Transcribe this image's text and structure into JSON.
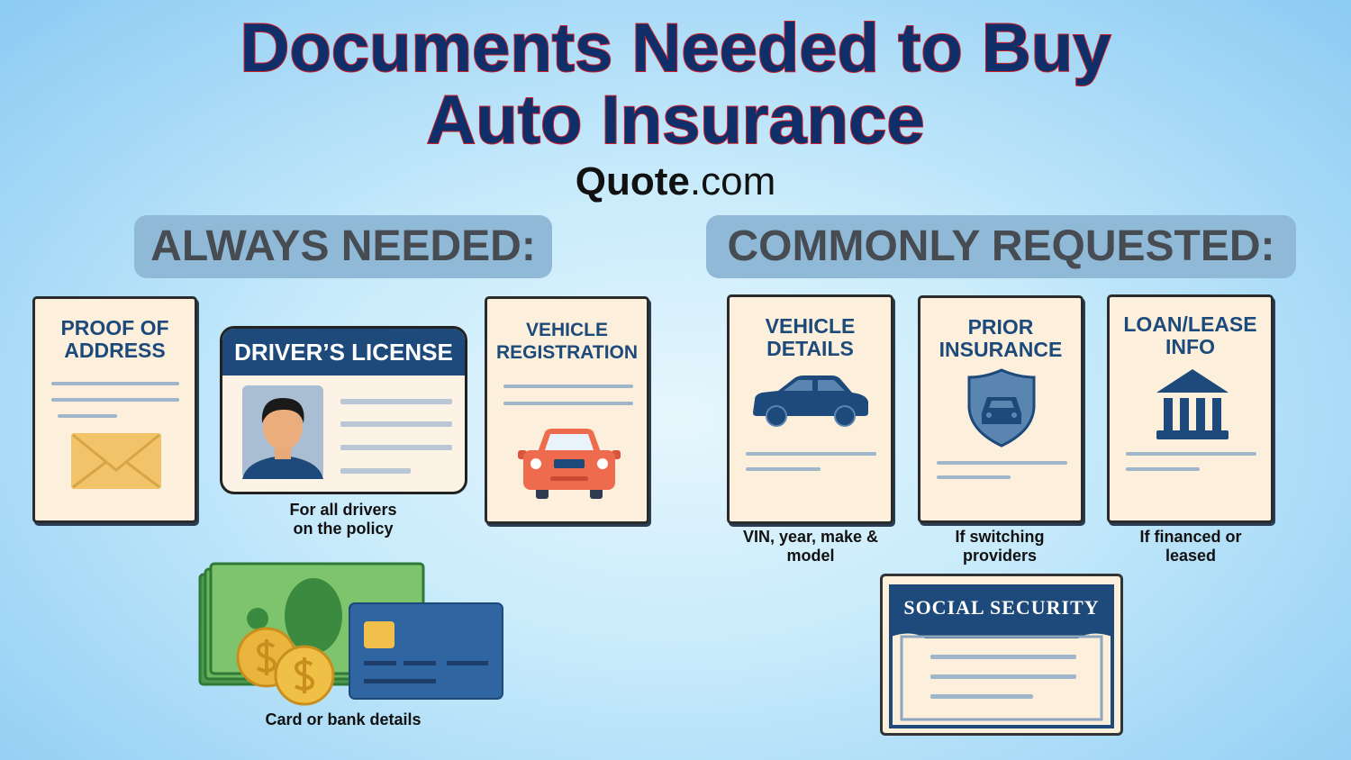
{
  "title": {
    "line1": "Documents Needed to Buy",
    "line2": "Auto Insurance"
  },
  "brand": {
    "bold": "Quote",
    "rest": ".com"
  },
  "sections": {
    "always": "ALWAYS NEEDED:",
    "common": "COMMONLY REQUESTED:"
  },
  "always": {
    "proof": {
      "line1": "PROOF OF",
      "line2": "ADDRESS",
      "icon": "envelope-icon"
    },
    "license": {
      "title": "DRIVER’S LICENSE",
      "caption1": "For all drivers",
      "caption2": "on the policy",
      "icon": "person-photo-icon"
    },
    "registration": {
      "line1": "VEHICLE",
      "line2": "REGISTRATION",
      "icon": "car-front-icon"
    },
    "payment": {
      "caption": "Card or bank details",
      "icon": "cash-card-coins-icon"
    }
  },
  "common": {
    "vehicle": {
      "line1": "VEHICLE",
      "line2": "DETAILS",
      "caption1": "VIN, year, make &",
      "caption2": "model",
      "icon": "car-side-icon"
    },
    "prior": {
      "line1": "PRIOR",
      "line2": "INSURANCE",
      "caption1": "If switching",
      "caption2": "providers",
      "icon": "shield-car-icon"
    },
    "loan": {
      "line1": "LOAN/LEASE",
      "line2": "INFO",
      "caption1": "If financed or",
      "caption2": "leased",
      "icon": "bank-icon"
    },
    "ssn": {
      "title": "SOCIAL SECURITY",
      "icon": "social-security-card-icon"
    }
  },
  "colors": {
    "navy": "#1d4a7a",
    "title": "#0f2f6b",
    "title_outline": "#d0202a",
    "card": "#fcf0dd"
  }
}
